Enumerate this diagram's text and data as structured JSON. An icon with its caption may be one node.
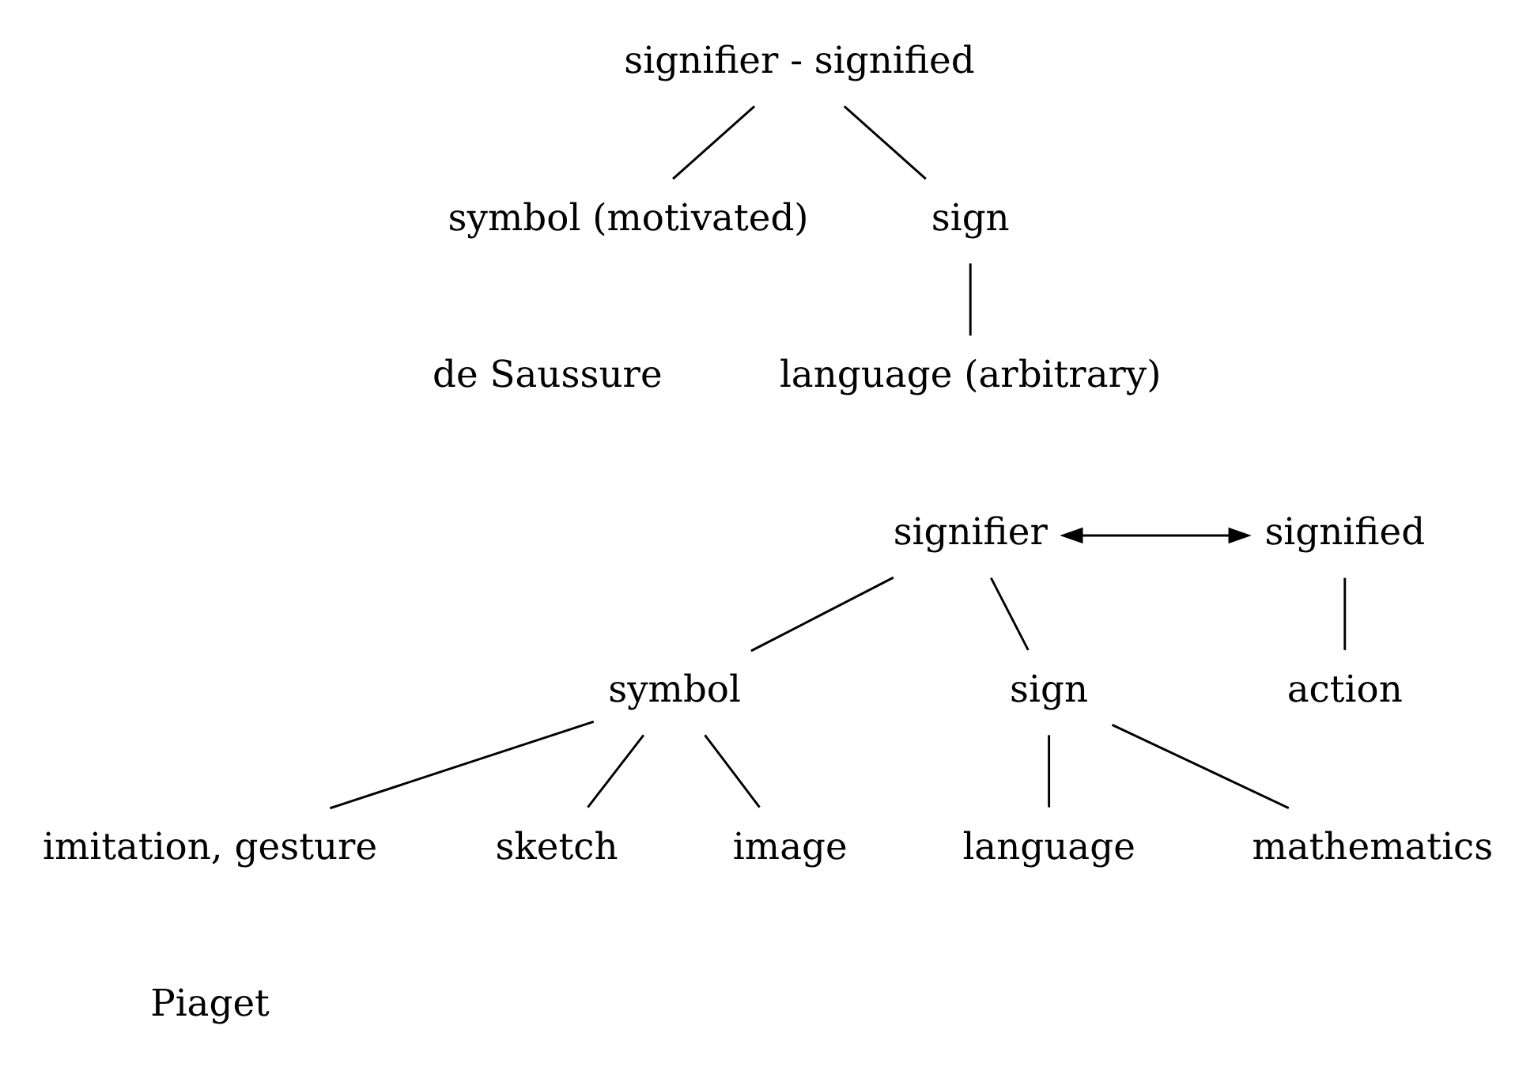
{
  "diagram": {
    "nodes": [
      {
        "text": [
          "signifier - signified"
        ]
      },
      {
        "text": [
          "symbol (motivated)"
        ]
      },
      {
        "text": [
          "sign"
        ]
      },
      {
        "text": [
          "language (arbitrary)"
        ]
      },
      {
        "text": [
          "signifier"
        ]
      },
      {
        "text": [
          "signified"
        ]
      },
      {
        "text": [
          "symbol"
        ]
      },
      {
        "text": [
          "sign"
        ]
      },
      {
        "text": [
          "action"
        ]
      },
      {
        "text": [
          "imitation, gesture"
        ]
      },
      {
        "text": [
          "sketch"
        ]
      },
      {
        "text": [
          "image"
        ]
      },
      {
        "text": [
          "language"
        ]
      },
      {
        "text": [
          "mathematics"
        ]
      }
    ],
    "edges": [
      {
        "from": 0,
        "to": 1,
        "arrow": "none"
      },
      {
        "from": 0,
        "to": 2,
        "arrow": "none"
      },
      {
        "from": 2,
        "to": 3,
        "arrow": "none"
      },
      {
        "from": 4,
        "to": 5,
        "arrow": "both"
      },
      {
        "from": 4,
        "to": 6,
        "arrow": "none"
      },
      {
        "from": 4,
        "to": 7,
        "arrow": "none"
      },
      {
        "from": 5,
        "to": 8,
        "arrow": "none"
      },
      {
        "from": 6,
        "to": 9,
        "arrow": "none"
      },
      {
        "from": 6,
        "to": 10,
        "arrow": "none"
      },
      {
        "from": 6,
        "to": 11,
        "arrow": "none"
      },
      {
        "from": 7,
        "to": 12,
        "arrow": "none"
      },
      {
        "from": 7,
        "to": 13,
        "arrow": "none"
      }
    ],
    "labels": [
      "de Saussure",
      "Piaget"
    ]
  }
}
